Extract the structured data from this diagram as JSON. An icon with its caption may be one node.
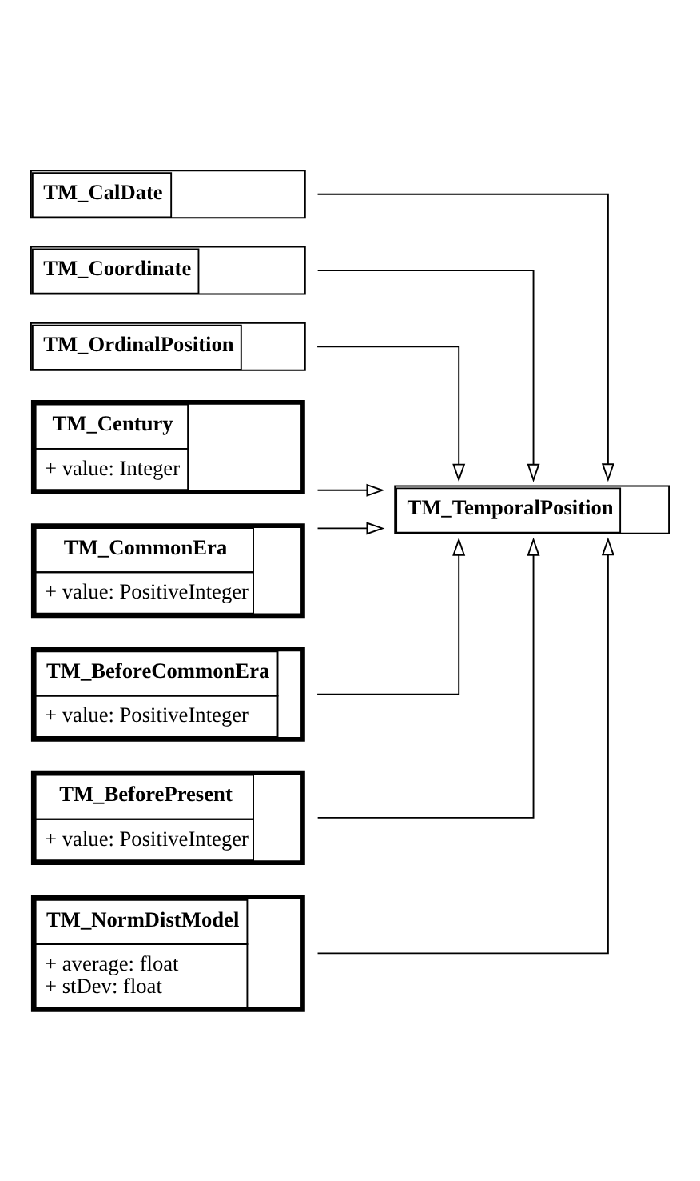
{
  "diagram": {
    "nodes": [
      {
        "text": [
          "TM_TemporalPosition"
        ]
      },
      {
        "text": [
          "TM_CalDate"
        ]
      },
      {
        "text": [
          "TM_Coordinate"
        ]
      },
      {
        "text": [
          "TM_OrdinalPosition"
        ]
      },
      {
        "text": [
          "TM_Century",
          "+ value: Integer"
        ]
      },
      {
        "text": [
          "TM_CommonEra",
          "+ value: PositiveInteger"
        ]
      },
      {
        "text": [
          "TM_BeforeCommonEra",
          "+ value: PositiveInteger"
        ]
      },
      {
        "text": [
          "TM_BeforePresent",
          "+ value: PositiveInteger"
        ]
      },
      {
        "text": [
          "TM_NormDistModel",
          "+ average: float",
          "+ stDev: float"
        ]
      }
    ],
    "edges": [
      {
        "from": 1,
        "to": 0,
        "arrow": "to"
      },
      {
        "from": 2,
        "to": 0,
        "arrow": "to"
      },
      {
        "from": 3,
        "to": 0,
        "arrow": "to"
      },
      {
        "from": 4,
        "to": 0,
        "arrow": "to"
      },
      {
        "from": 5,
        "to": 0,
        "arrow": "to"
      },
      {
        "from": 6,
        "to": 0,
        "arrow": "to"
      },
      {
        "from": 7,
        "to": 0,
        "arrow": "to"
      },
      {
        "from": 8,
        "to": 0,
        "arrow": "to"
      }
    ]
  }
}
